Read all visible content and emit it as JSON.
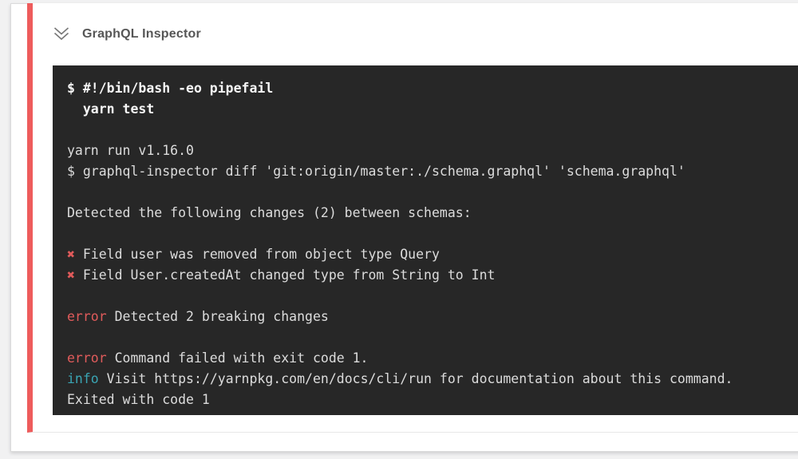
{
  "step": {
    "title": "GraphQL Inspector",
    "status": "failed",
    "status_color": "#ee5c5c",
    "collapse_icon": "double-chevron-down",
    "icon_color": "#787878"
  },
  "terminal": {
    "bg": "#272727",
    "colors": {
      "bright": "#f7f7f7",
      "normal": "#dcdcdc",
      "red": "#e05b5b",
      "cyan": "#3aa5b4"
    },
    "lines": [
      {
        "segments": [
          {
            "t": "$ #!/bin/bash -eo pipefail",
            "c": "bright",
            "b": true
          }
        ]
      },
      {
        "segments": [
          {
            "t": "  yarn test",
            "c": "bright",
            "b": true
          }
        ]
      },
      {
        "segments": []
      },
      {
        "segments": [
          {
            "t": "yarn run v1.16.0",
            "c": "normal"
          }
        ]
      },
      {
        "segments": [
          {
            "t": "$ graphql-inspector diff 'git:origin/master:./schema.graphql' 'schema.graphql'",
            "c": "normal"
          }
        ]
      },
      {
        "segments": []
      },
      {
        "segments": [
          {
            "t": "Detected the following changes (2) between schemas:",
            "c": "normal"
          }
        ]
      },
      {
        "segments": []
      },
      {
        "segments": [
          {
            "t": "✖",
            "c": "red",
            "b": true,
            "icon": "x-mark-icon"
          },
          {
            "t": " Field user was removed from object type Query",
            "c": "normal"
          }
        ]
      },
      {
        "segments": [
          {
            "t": "✖",
            "c": "red",
            "b": true,
            "icon": "x-mark-icon"
          },
          {
            "t": " Field User.createdAt changed type from String to Int",
            "c": "normal"
          }
        ]
      },
      {
        "segments": []
      },
      {
        "segments": [
          {
            "t": "error",
            "c": "red"
          },
          {
            "t": " Detected 2 breaking changes",
            "c": "normal"
          }
        ]
      },
      {
        "segments": []
      },
      {
        "segments": [
          {
            "t": "error",
            "c": "red"
          },
          {
            "t": " Command failed with exit code 1.",
            "c": "normal"
          }
        ]
      },
      {
        "segments": [
          {
            "t": "info",
            "c": "cyan"
          },
          {
            "t": " Visit https://yarnpkg.com/en/docs/cli/run for documentation about this command.",
            "c": "normal"
          }
        ]
      },
      {
        "segments": [
          {
            "t": "Exited with code 1",
            "c": "normal"
          }
        ]
      }
    ]
  }
}
